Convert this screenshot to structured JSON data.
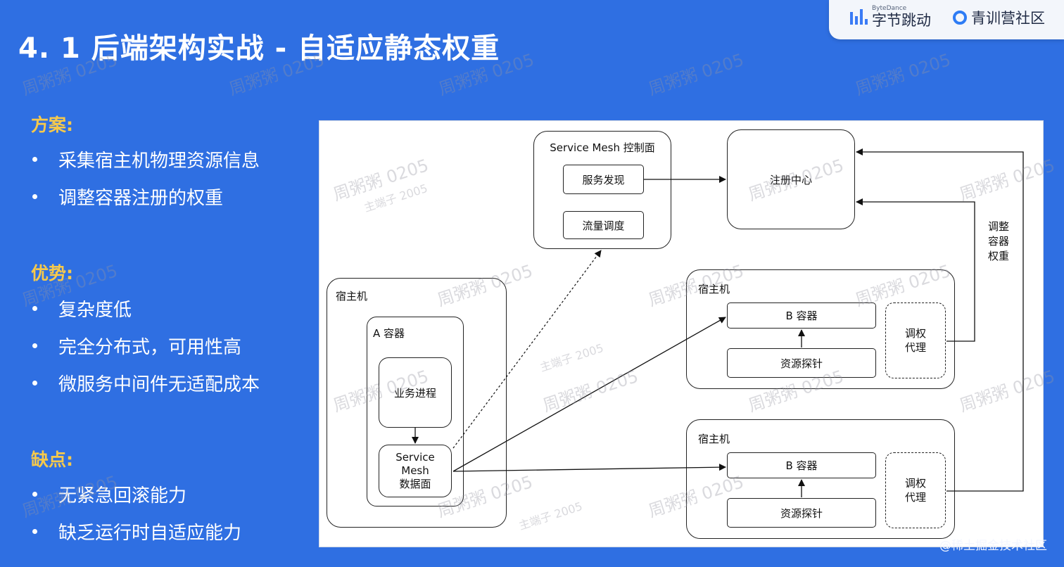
{
  "header": {
    "title": "4. 1  后端架构实战 - 自适应静态权重",
    "logos": {
      "bytedance_small": "ByteDance",
      "bytedance_big": "字节跳动",
      "community": "青训营社区"
    }
  },
  "sections": {
    "plan": {
      "label": "方案:",
      "items": [
        "采集宿主机物理资源信息",
        "调整容器注册的权重"
      ]
    },
    "pros": {
      "label": "优势:",
      "items": [
        "复杂度低",
        "完全分布式，可用性高",
        "微服务中间件无适配成本"
      ]
    },
    "cons": {
      "label": "缺点:",
      "items": [
        "无紧急回滚能力",
        "缺乏运行时自适应能力"
      ]
    }
  },
  "diagram": {
    "control_plane": "Service Mesh 控制面",
    "service_discovery": "服务发现",
    "traffic_scheduling": "流量调度",
    "registry": "注册中心",
    "adjust_weight": [
      "调整",
      "容器",
      "权重"
    ],
    "host": "宿主机",
    "container_a": "A 容器",
    "business_process": "业务进程",
    "data_plane": [
      "Service",
      "Mesh",
      "数据面"
    ],
    "container_b": "B 容器",
    "resource_probe": "资源探针",
    "weight_proxy": [
      "调权",
      "代理"
    ]
  },
  "watermark": {
    "text": "周粥粥 0205",
    "faint": "主端子 2005"
  },
  "footer": {
    "juejin": "@稀土掘金技术社区"
  }
}
